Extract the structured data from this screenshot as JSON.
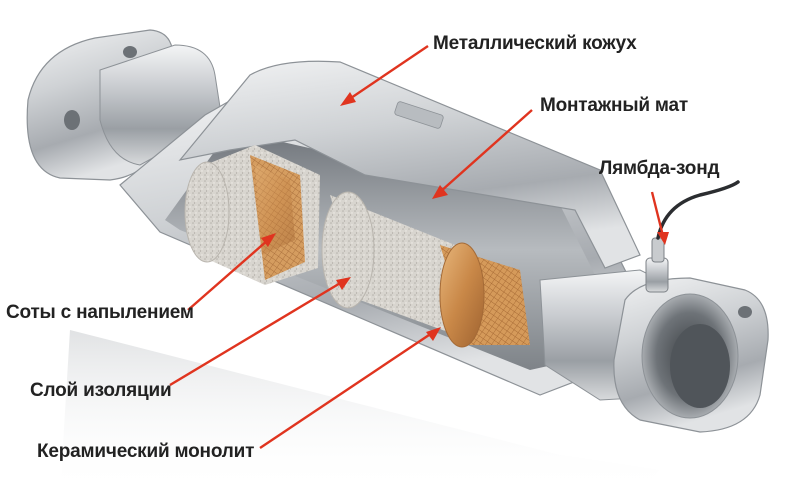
{
  "labels": {
    "metal_shell": "Металлический кожух",
    "mounting_mat": "Монтажный мат",
    "lambda_probe": "Лямбда-зонд",
    "coated_honeycomb": "Соты с напылением",
    "insulation_layer": "Слой изоляции",
    "ceramic_monolith": "Керамический монолит"
  },
  "colors": {
    "arrow": "#e0341f",
    "label_text": "#222222",
    "metal_light": "#e6e8ea",
    "metal_dark": "#8a8f94",
    "insulation": "#d9d6d0",
    "ceramic": "#d49a5c"
  }
}
